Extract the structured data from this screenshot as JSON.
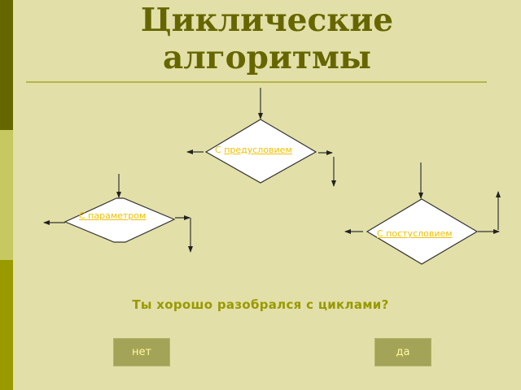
{
  "slide": {
    "title_line1": "Циклические",
    "title_line2": "алгоритмы",
    "colors": {
      "background": "#e2e0a8",
      "title": "#666600",
      "strip_top": "#666600",
      "strip_middle": "#c8c862",
      "strip_bottom": "#999900",
      "link": "#f0c000",
      "button_bg": "#a4a458",
      "button_text": "#fff8a0"
    }
  },
  "diagram": {
    "precondition": {
      "prefix": "С ",
      "link": "предусловием"
    },
    "parameter": {
      "prefix": "",
      "link": "С параметром"
    },
    "postcondition": {
      "prefix": "",
      "link": "С постусловием"
    }
  },
  "question": "Ты хорошо разобрался с циклами?",
  "buttons": {
    "no_label": "нет",
    "yes_label": "да"
  }
}
